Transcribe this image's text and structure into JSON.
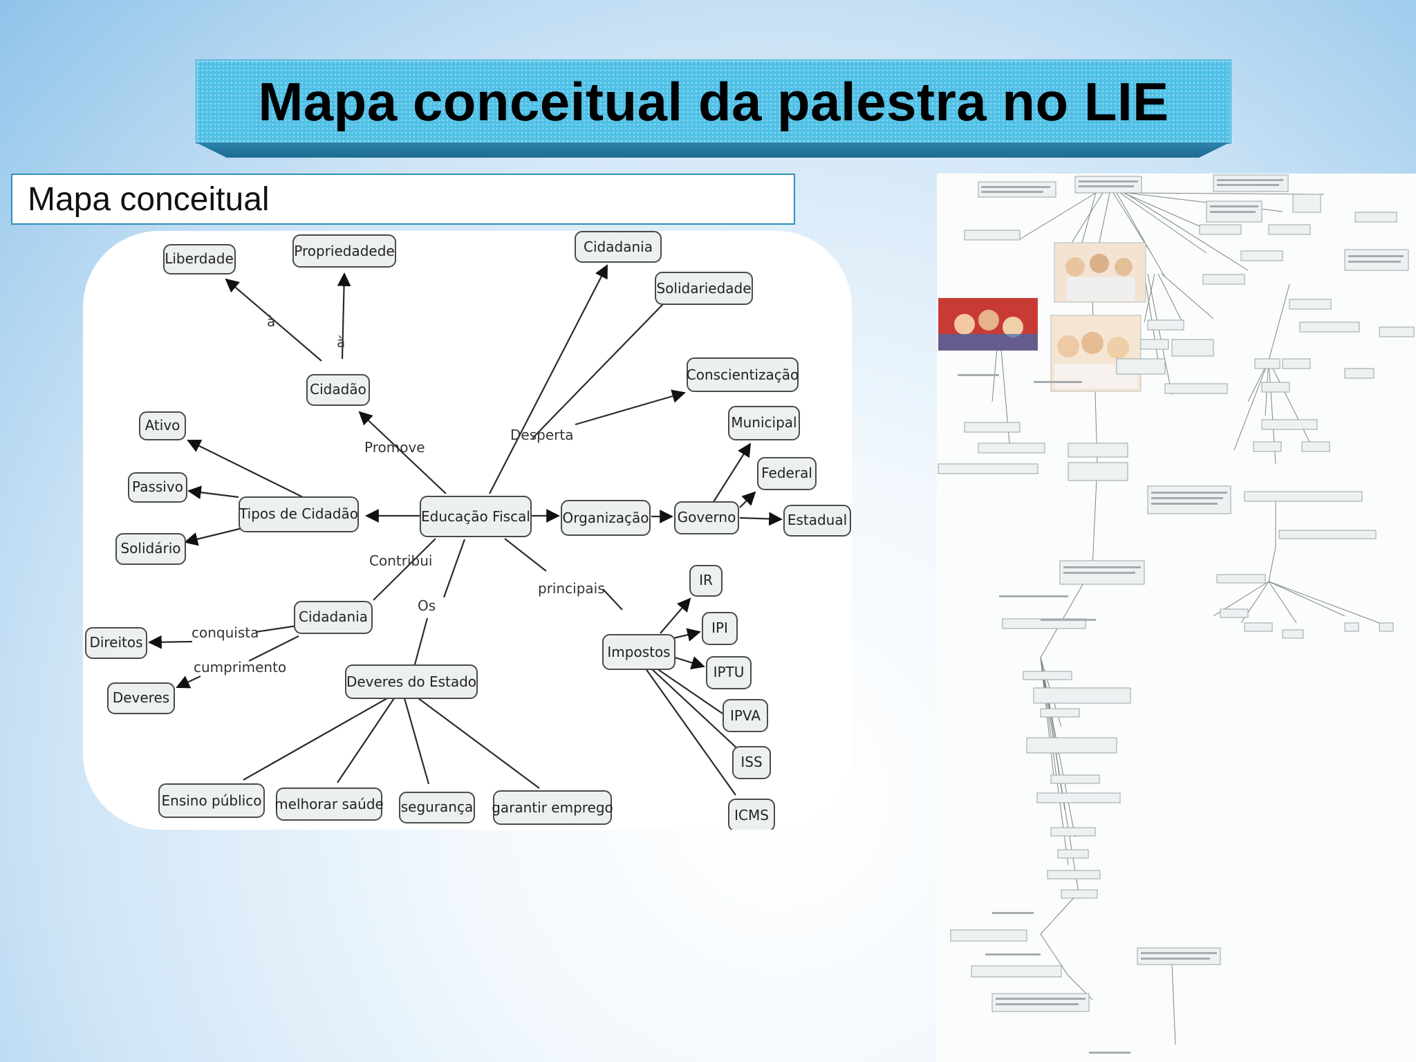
{
  "slide": {
    "title": "Mapa conceitual da palestra no LIE",
    "subtitle": "Mapa conceitual"
  },
  "concept_map": {
    "nodes": [
      "Liberdade",
      "Propriedadede",
      "Cidadão",
      "Cidadania",
      "Solidariedade",
      "Conscientização",
      "Municipal",
      "Federal",
      "Estadual",
      "Ativo",
      "Passivo",
      "Solidário",
      "Tipos de Cidadão",
      "Educação Fiscal",
      "Organização",
      "Governo",
      "Cidadania",
      "Direitos",
      "Deveres",
      "Deveres do Estado",
      "Impostos",
      "IR",
      "IPI",
      "IPTU",
      "IPVA",
      "ISS",
      "ICMS",
      "Ensino público",
      "melhorar saúde",
      "segurança",
      "garantir emprego"
    ],
    "link_labels": [
      "à",
      "à",
      "Promove",
      "Desperta",
      "Contribui",
      "Os",
      "principais",
      "conquista",
      "cumprimento"
    ]
  },
  "side_image": {
    "description_icon": "concept-map-thumbnail"
  }
}
